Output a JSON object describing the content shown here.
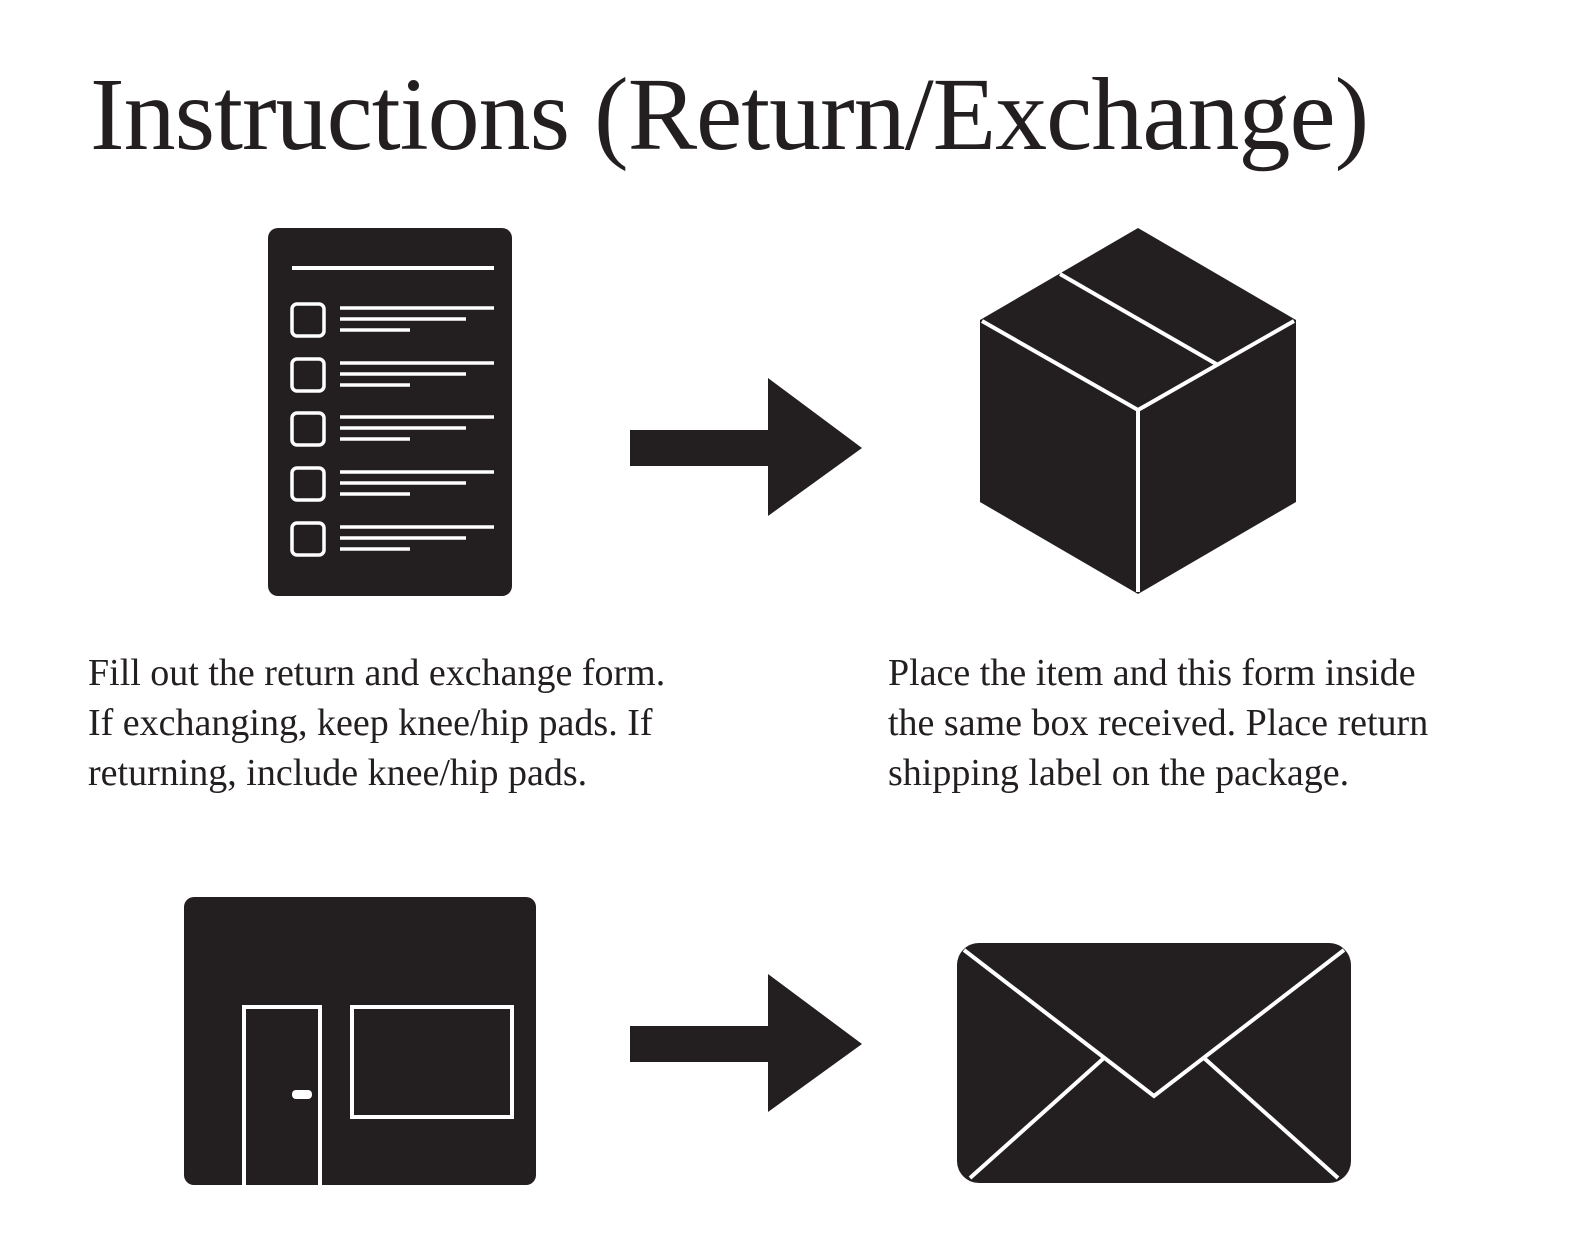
{
  "title": "Instructions (Return/Exchange)",
  "steps": [
    {
      "icon": "checklist-form-icon",
      "caption": "Fill out the return and exchange form.\nIf exchanging, keep knee/hip pads. If\nreturning, include knee/hip pads."
    },
    {
      "icon": "shipping-box-icon",
      "caption": "Place the item and this form inside\nthe same box received. Place return\nshipping label on the package."
    },
    {
      "icon": "post-office-icon",
      "caption": ""
    },
    {
      "icon": "envelope-icon",
      "caption": ""
    }
  ],
  "arrows": [
    "right-arrow-icon",
    "right-arrow-icon"
  ],
  "colors": {
    "ink": "#231f20",
    "background": "#ffffff"
  }
}
